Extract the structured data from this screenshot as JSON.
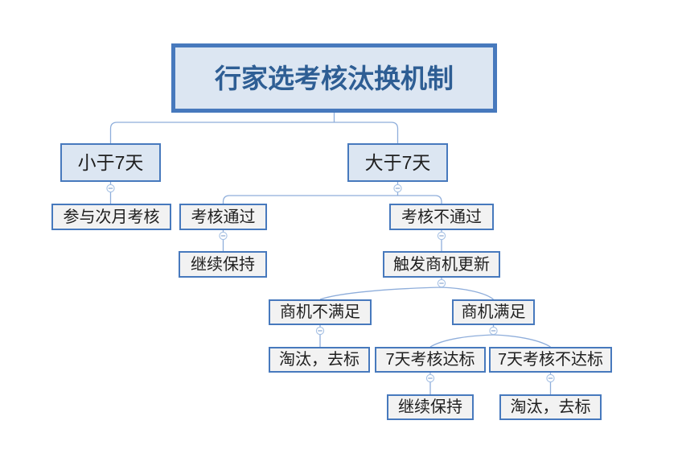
{
  "diagram": {
    "type": "mindmap-tree",
    "root": {
      "label": "行家选考核汰换机制"
    },
    "nodes": {
      "lt7": {
        "label": "小于7天"
      },
      "gt7": {
        "label": "大于7天"
      },
      "next_month": {
        "label": "参与次月考核"
      },
      "pass": {
        "label": "考核通过"
      },
      "fail": {
        "label": "考核不通过"
      },
      "keep1": {
        "label": "继续保持"
      },
      "trigger": {
        "label": "触发商机更新"
      },
      "opp_unmet": {
        "label": "商机不满足"
      },
      "opp_met": {
        "label": "商机满足"
      },
      "out1": {
        "label": "淘汰，去标"
      },
      "meet7": {
        "label": "7天考核达标"
      },
      "notmeet7": {
        "label": "7天考核不达标"
      },
      "keep2": {
        "label": "继续保持"
      },
      "out2": {
        "label": "淘汰，去标"
      }
    },
    "edges": [
      [
        "root",
        "lt7"
      ],
      [
        "root",
        "gt7"
      ],
      [
        "lt7",
        "next_month"
      ],
      [
        "gt7",
        "pass"
      ],
      [
        "gt7",
        "fail"
      ],
      [
        "pass",
        "keep1"
      ],
      [
        "fail",
        "trigger"
      ],
      [
        "trigger",
        "opp_unmet"
      ],
      [
        "trigger",
        "opp_met"
      ],
      [
        "opp_unmet",
        "out1"
      ],
      [
        "opp_met",
        "meet7"
      ],
      [
        "opp_met",
        "notmeet7"
      ],
      [
        "meet7",
        "keep2"
      ],
      [
        "notmeet7",
        "out2"
      ]
    ],
    "colors": {
      "node_border": "#4779BD",
      "root_fill": "#DCE6F2",
      "branch_fill": "#DCE6F2",
      "leaf_fill": "#F2F2F2",
      "root_text": "#2E5E94",
      "node_text": "#1F1F1F",
      "connector": "#8FAEDB",
      "collapse_icon_stroke": "#A6C1E4",
      "background": "#FFFFFF"
    },
    "collapse_icon": {
      "glyph": "−",
      "state": "expanded"
    }
  }
}
